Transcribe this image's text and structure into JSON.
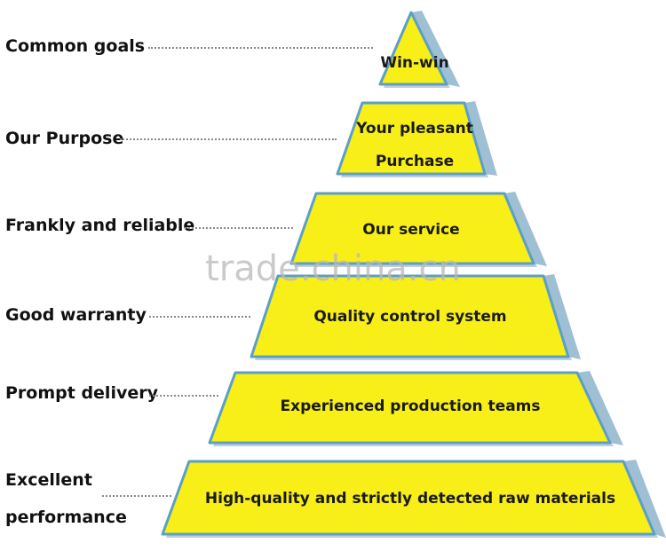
{
  "diagram": {
    "colors": {
      "fill": "#f7ef17",
      "edge": "#5c9fc6",
      "side": "#9fbfd4",
      "shadow": "#bfcfdb"
    },
    "levels": [
      {
        "left_label": "Common goals",
        "tier_text": "Win-win"
      },
      {
        "left_label": "Our Purpose",
        "tier_text": [
          "Your pleasant",
          "Purchase"
        ]
      },
      {
        "left_label": "Frankly and reliable",
        "tier_text": "Our service"
      },
      {
        "left_label": "Good  warranty",
        "tier_text": "Quality control system"
      },
      {
        "left_label": "Prompt delivery",
        "tier_text": "Experienced production teams"
      },
      {
        "left_label": [
          "Excellent",
          "performance"
        ],
        "tier_text": "High-quality and strictly detected raw materials"
      }
    ],
    "watermark": "trade.china.cn"
  }
}
